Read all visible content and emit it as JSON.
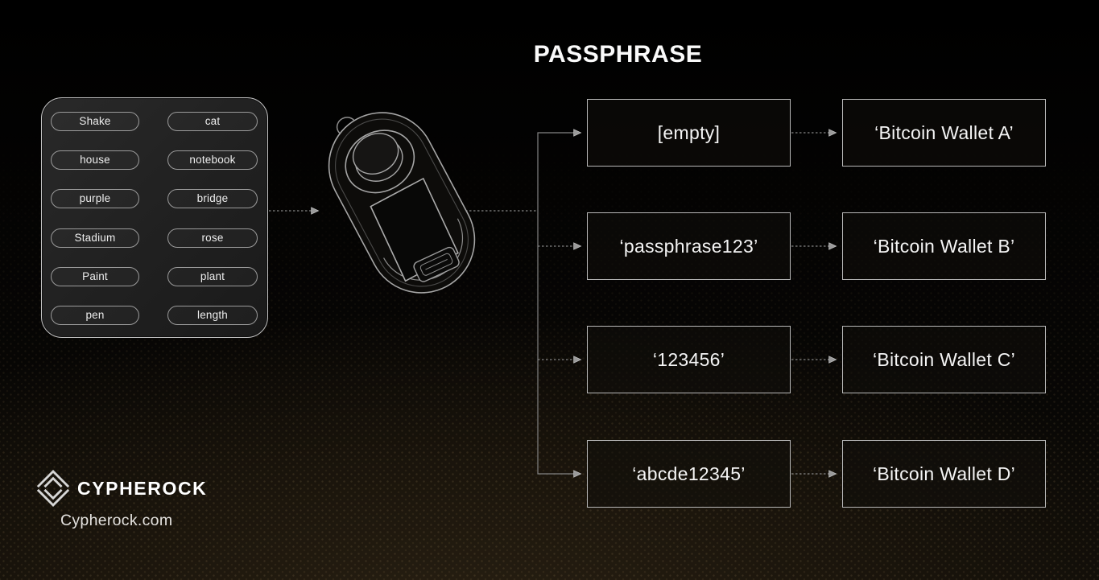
{
  "title": "PASSPHRASE",
  "seed_card": {
    "words_col1": [
      "Shake",
      "house",
      "purple",
      "Stadium",
      "Paint",
      "pen"
    ],
    "words_col2": [
      "cat",
      "notebook",
      "bridge",
      "rose",
      "plant",
      "length"
    ]
  },
  "flow": {
    "rows": [
      {
        "passphrase": "[empty]",
        "wallet": "‘Bitcoin Wallet A’"
      },
      {
        "passphrase": "‘passphrase123’",
        "wallet": "‘Bitcoin Wallet B’"
      },
      {
        "passphrase": "‘123456’",
        "wallet": "‘Bitcoin Wallet C’"
      },
      {
        "passphrase": "‘abcde12345’",
        "wallet": "‘Bitcoin Wallet D’"
      }
    ]
  },
  "footer": {
    "brand": "CYPHEROCK",
    "website": "Cypherock.com"
  },
  "colors": {
    "background_top": "#000000",
    "background_bottom": "#231c11",
    "box_border": "#b8b8b8",
    "panel_border": "#c4c4c4",
    "connector": "#8a8a8a",
    "text": "#f5f5f5"
  },
  "icons": {
    "device": "hardware-wallet-illustration",
    "logo": "cypherock-diamond-logo-icon"
  }
}
